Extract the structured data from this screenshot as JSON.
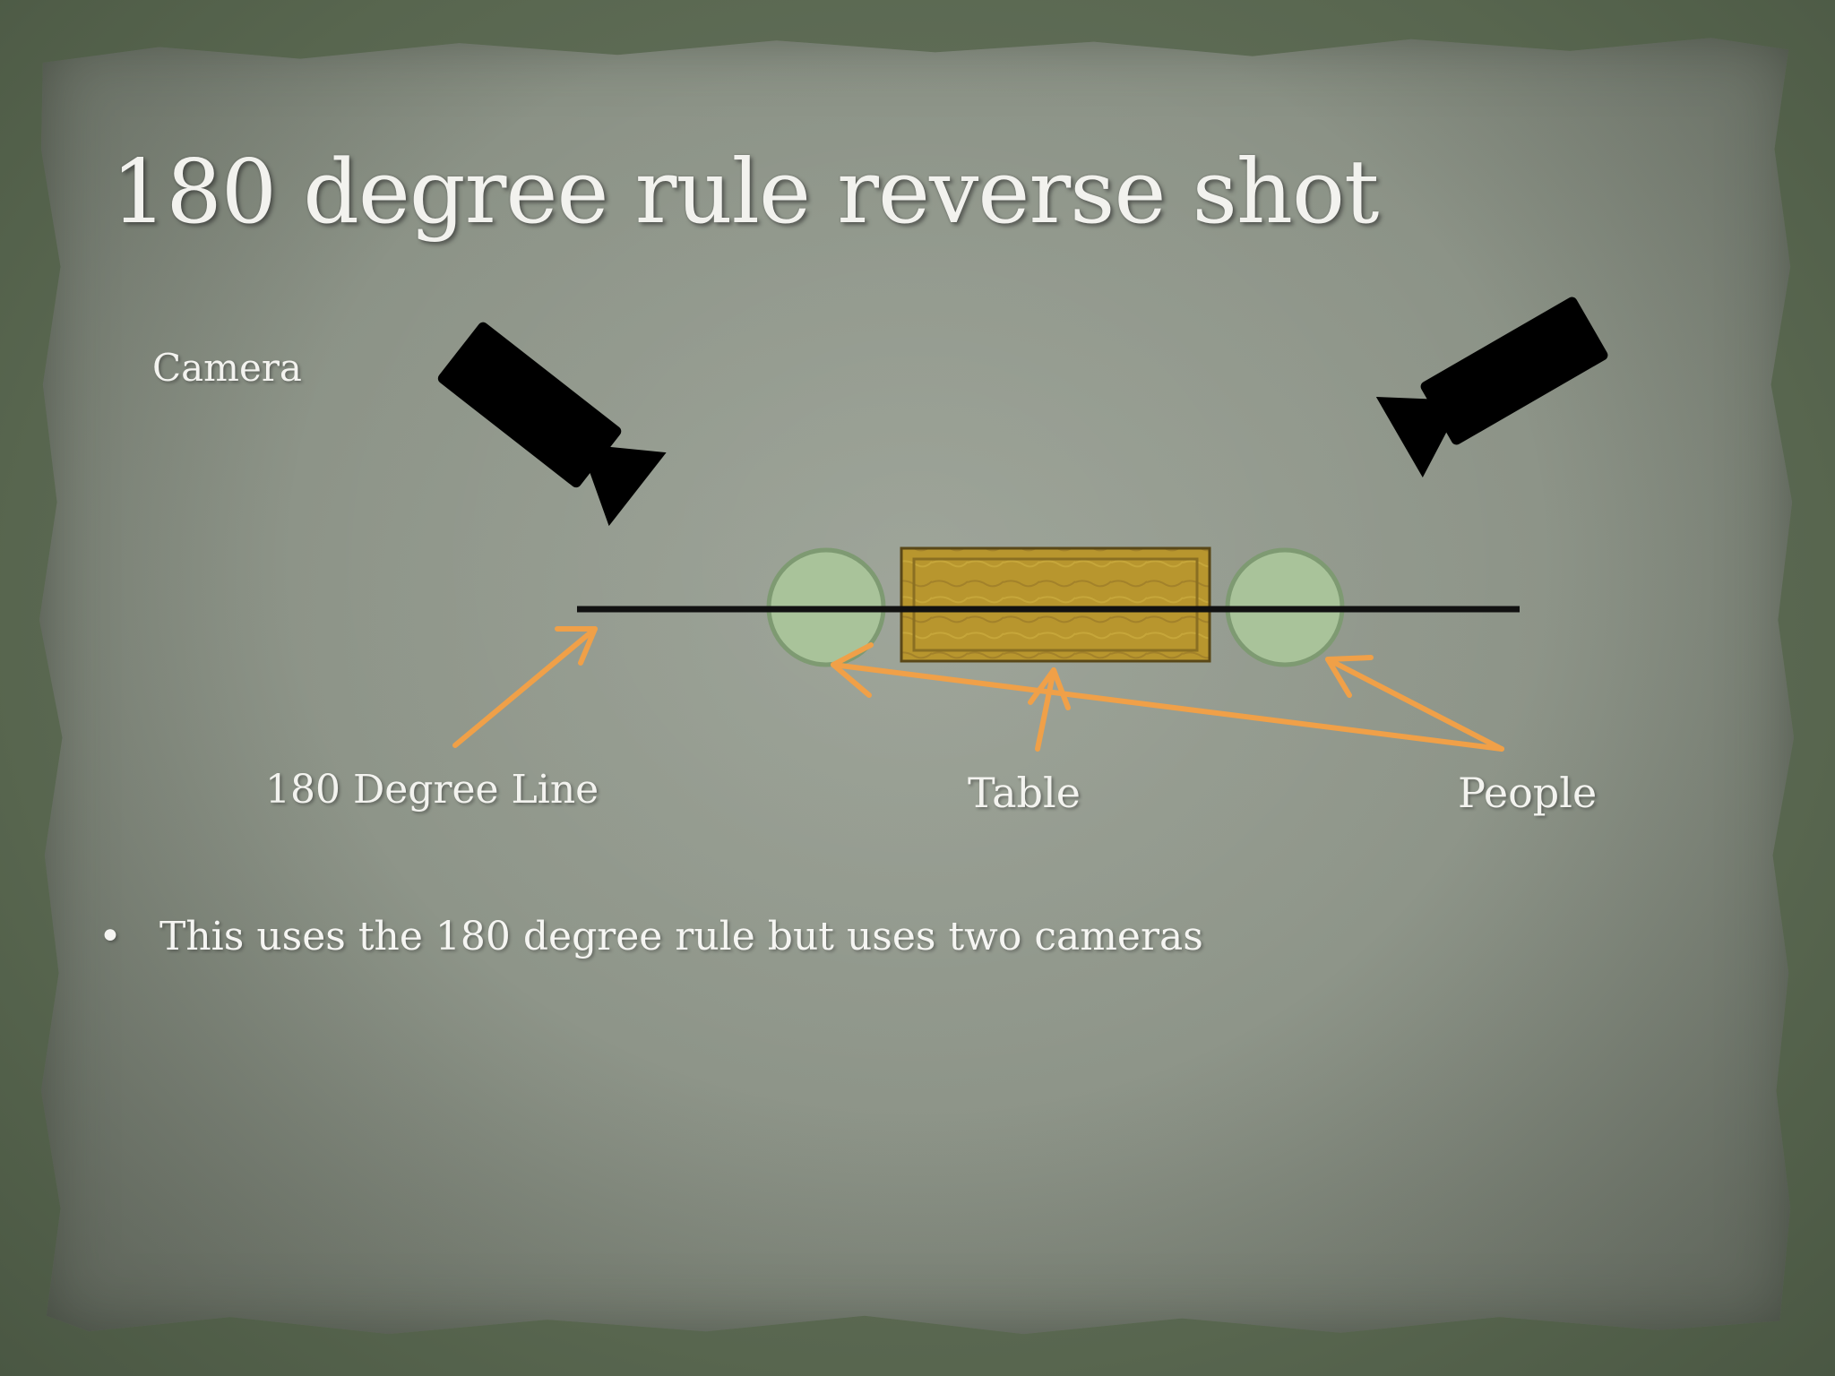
{
  "slide": {
    "title": "180 degree rule reverse shot",
    "bullets": [
      "This uses the 180 degree rule but uses two cameras"
    ]
  },
  "diagram": {
    "labels": {
      "camera": "Camera",
      "line": "180 Degree Line",
      "table": "Table",
      "people": "People"
    },
    "colors": {
      "arrow": "#f0a048",
      "line": "#111111",
      "table_fill": "#b8962e",
      "person_fill": "#a9c39a",
      "camera": "#000000"
    },
    "icons": [
      "camera-icon",
      "camera-icon"
    ]
  }
}
